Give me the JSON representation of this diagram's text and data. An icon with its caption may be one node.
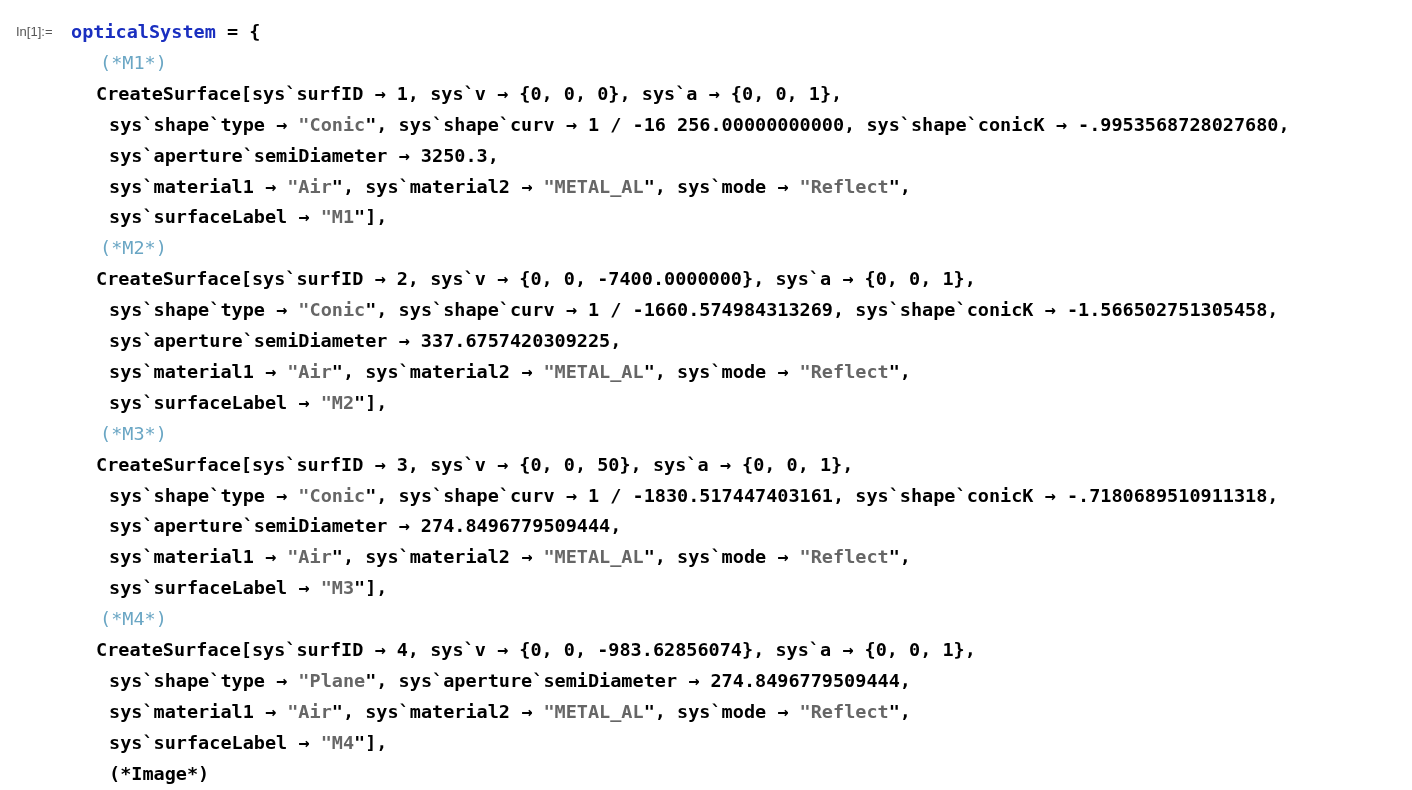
{
  "diagram": {
    "labels": [
      "In[1]:=",
      "opticalSystem = {",
      "(*M1*)",
      "CreateSurface[sys`surfID → 1, sys`v → {0, 0, 0}, sys`a → {0, 0, 1},",
      "sys`shape`type → \"Conic\", sys`shape`curv → 1 / -16 256.00000000000, sys`shape`conicK → -.9953568728027680,",
      "sys`aperture`semiDiameter → 3250.3,",
      "sys`material1 → \"Air\", sys`material2 → \"METAL_AL\", sys`mode → \"Reflect\",",
      "sys`surfaceLabel → \"M1\"],",
      "(*M2*)",
      "CreateSurface[sys`surfID → 2, sys`v → {0, 0, -7400.0000000}, sys`a → {0, 0, 1},",
      "sys`shape`type → \"Conic\", sys`shape`curv → 1 / -1660.574984313269, sys`shape`conicK → -1.566502751305458,",
      "sys`aperture`semiDiameter → 337.6757420309225,",
      "sys`material1 → \"Air\", sys`material2 → \"METAL_AL\", sys`mode → \"Reflect\",",
      "sys`surfaceLabel → \"M2\"],",
      "(*M3*)",
      "CreateSurface[sys`surfID → 3, sys`v → {0, 0, 50}, sys`a → {0, 0, 1},",
      "sys`shape`type → \"Conic\", sys`shape`curv → 1 / -1830.517447403161, sys`shape`conicK → -.7180689510911318,",
      "sys`aperture`semiDiameter → 274.8496779509444,",
      "sys`material1 → \"Air\", sys`material2 → \"METAL_AL\", sys`mode → \"Reflect\",",
      "sys`surfaceLabel → \"M3\"],",
      "(*M4*)",
      "CreateSurface[sys`surfID → 4, sys`v → {0, 0, -983.62856074}, sys`a → {0, 0, 1},",
      "sys`shape`type → \"Plane\", sys`aperture`semiDiameter → 274.8496779509444,",
      "sys`material1 → \"Air\", sys`material2 → \"METAL_AL\", sys`mode → \"Reflect\",",
      "sys`surfaceLabel → \"M4\"],",
      "(*Image*)"
    ]
  }
}
